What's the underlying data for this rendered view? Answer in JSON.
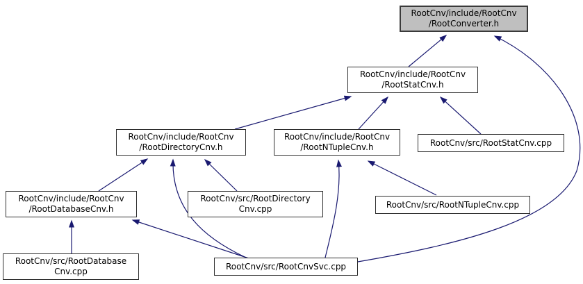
{
  "diagram": {
    "kind": "doxygen-included-by-dependency-graph",
    "root_file": "RootCnv/include/RootCnv/RootConverter.h",
    "nodes": [
      {
        "id": "root-converter-h",
        "label": "RootCnv/include/RootCnv\n/RootConverter.h",
        "highlighted": true
      },
      {
        "id": "root-stat-cnv-h",
        "label": "RootCnv/include/RootCnv\n/RootStatCnv.h",
        "highlighted": false
      },
      {
        "id": "root-directory-cnv-h",
        "label": "RootCnv/include/RootCnv\n/RootDirectoryCnv.h",
        "highlighted": false
      },
      {
        "id": "root-ntuple-cnv-h",
        "label": "RootCnv/include/RootCnv\n/RootNTupleCnv.h",
        "highlighted": false
      },
      {
        "id": "root-stat-cnv-cpp",
        "label": "RootCnv/src/RootStatCnv.cpp",
        "highlighted": false
      },
      {
        "id": "root-database-cnv-h",
        "label": "RootCnv/include/RootCnv\n/RootDatabaseCnv.h",
        "highlighted": false
      },
      {
        "id": "root-directory-cnv-cpp",
        "label": "RootCnv/src/RootDirectory\nCnv.cpp",
        "highlighted": false
      },
      {
        "id": "root-ntuple-cnv-cpp",
        "label": "RootCnv/src/RootNTupleCnv.cpp",
        "highlighted": false
      },
      {
        "id": "root-database-cnv-cpp",
        "label": "RootCnv/src/RootDatabase\nCnv.cpp",
        "highlighted": false
      },
      {
        "id": "root-cnv-svc-cpp",
        "label": "RootCnv/src/RootCnvSvc.cpp",
        "highlighted": false
      }
    ],
    "edges": [
      {
        "from": "RootCnv/include/RootCnv/RootStatCnv.h",
        "to": "RootCnv/include/RootCnv/RootConverter.h"
      },
      {
        "from": "RootCnv/src/RootCnvSvc.cpp",
        "to": "RootCnv/include/RootCnv/RootConverter.h"
      },
      {
        "from": "RootCnv/include/RootCnv/RootDirectoryCnv.h",
        "to": "RootCnv/include/RootCnv/RootStatCnv.h"
      },
      {
        "from": "RootCnv/include/RootCnv/RootNTupleCnv.h",
        "to": "RootCnv/include/RootCnv/RootStatCnv.h"
      },
      {
        "from": "RootCnv/src/RootStatCnv.cpp",
        "to": "RootCnv/include/RootCnv/RootStatCnv.h"
      },
      {
        "from": "RootCnv/include/RootCnv/RootDatabaseCnv.h",
        "to": "RootCnv/include/RootCnv/RootDirectoryCnv.h"
      },
      {
        "from": "RootCnv/src/RootCnvSvc.cpp",
        "to": "RootCnv/include/RootCnv/RootDirectoryCnv.h"
      },
      {
        "from": "RootCnv/src/RootDirectoryCnv.cpp",
        "to": "RootCnv/include/RootCnv/RootDirectoryCnv.h"
      },
      {
        "from": "RootCnv/src/RootCnvSvc.cpp",
        "to": "RootCnv/include/RootCnv/RootNTupleCnv.h"
      },
      {
        "from": "RootCnv/src/RootNTupleCnv.cpp",
        "to": "RootCnv/include/RootCnv/RootNTupleCnv.h"
      },
      {
        "from": "RootCnv/src/RootDatabaseCnv.cpp",
        "to": "RootCnv/include/RootCnv/RootDatabaseCnv.h"
      },
      {
        "from": "RootCnv/src/RootCnvSvc.cpp",
        "to": "RootCnv/include/RootCnv/RootDatabaseCnv.h"
      }
    ],
    "colors": {
      "edge": "#191970",
      "node_fill": "#ffffff",
      "node_border": "#2e2e2e",
      "highlight_fill": "#bfbfbf",
      "text": "#000000",
      "background": "#ffffff"
    }
  }
}
